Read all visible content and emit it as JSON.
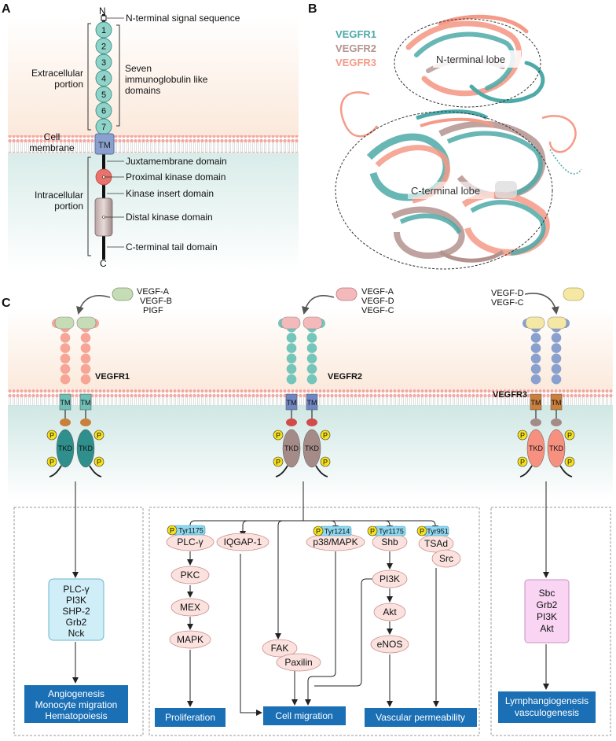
{
  "panels": {
    "a": "A",
    "b": "B",
    "c": "C"
  },
  "panel_a": {
    "n_end": "N",
    "c_end": "C",
    "domain_numbers": [
      "1",
      "2",
      "3",
      "4",
      "5",
      "6",
      "7"
    ],
    "tm": "TM",
    "labels": {
      "signal": "N-terminal signal sequence",
      "ig_1": "Seven",
      "ig_2": "immunoglobulin like",
      "ig_3": "domains",
      "extra_1": "Extracellular",
      "extra_2": "portion",
      "membrane_1": "Cell",
      "membrane_2": "membrane",
      "intra_1": "Intracellular",
      "intra_2": "portion",
      "juxta": "Juxtamembrane domain",
      "proximal": "Proximal kinase domain",
      "insert": "Kinase insert domain",
      "distal": "Distal kinase domain",
      "ctail": "C-terminal tail domain"
    }
  },
  "panel_b": {
    "legend": [
      "VEGFR1",
      "VEGFR2",
      "VEGFR3"
    ],
    "n_lobe": "N-terminal lobe",
    "c_lobe": "C-terminal lobe"
  },
  "panel_c": {
    "receptors": [
      {
        "name": "VEGFR1",
        "ligands": [
          "VEGF-A",
          "VEGF-B",
          "PIGF"
        ]
      },
      {
        "name": "VEGFR2",
        "ligands": [
          "VEGF-A",
          "VEGF-D",
          "VEGF-C"
        ]
      },
      {
        "name": "VEGFR3",
        "ligands": [
          "VEGF-D",
          "VEGF-C"
        ]
      }
    ],
    "tm": "TM",
    "tkd": "TKD",
    "p": "P",
    "vegfr1_box": [
      "PLC-γ",
      "PI3K",
      "SHP-2",
      "Grb2",
      "Nck"
    ],
    "vegfr1_outcome": [
      "Angiogenesis",
      "Monocyte migration",
      "Hematopoiesis"
    ],
    "vegfr2": {
      "tyr1175a": "Tyr1175",
      "tyr1214": "Tyr1214",
      "tyr1175b": "Tyr1175",
      "tyr951": "Tyr951",
      "plc": "PLC-γ",
      "pkc": "PKC",
      "mex": "MEX",
      "mapk": "MAPK",
      "iqgap": "IQGAP-1",
      "p38": "p38/MAPK",
      "fak": "FAK",
      "paxilin": "Paxilin",
      "shb": "Shb",
      "pi3k": "PI3K",
      "akt": "Akt",
      "enos": "eNOS",
      "tsad": "TSAd",
      "src": "Src",
      "proliferation": "Proliferation",
      "migration": "Cell migration",
      "permeability": "Vascular permeability"
    },
    "vegfr3_box": [
      "Sbc",
      "Grb2",
      "PI3K",
      "Akt"
    ],
    "vegfr3_outcome": [
      "Lymphangiogenesis",
      "vasculogenesis"
    ]
  },
  "colors": {
    "ig_teal": "#8fd3c9",
    "salmon": "#f6a596",
    "steel_blue": "#8aa0cf",
    "green_ligand": "#c6dcb7",
    "pink_ligand": "#f4b9bb",
    "yellow_ligand": "#f4e8a4",
    "dark_teal_tkd": "#2f8f8c",
    "mauve_tkd": "#a58b88",
    "outcome_blue": "#1a6fb5",
    "cyan_box": "#cfeef8",
    "pink_box": "#f9d5f3",
    "node_pink": "#fbe2df",
    "tyr_cyan": "#8fd8f0",
    "p_yellow": "#f7e11b",
    "vegfr1_cartoon": "#4eaaa8",
    "vegfr2_cartoon": "#b4938f",
    "vegfr3_cartoon": "#f59a87"
  }
}
